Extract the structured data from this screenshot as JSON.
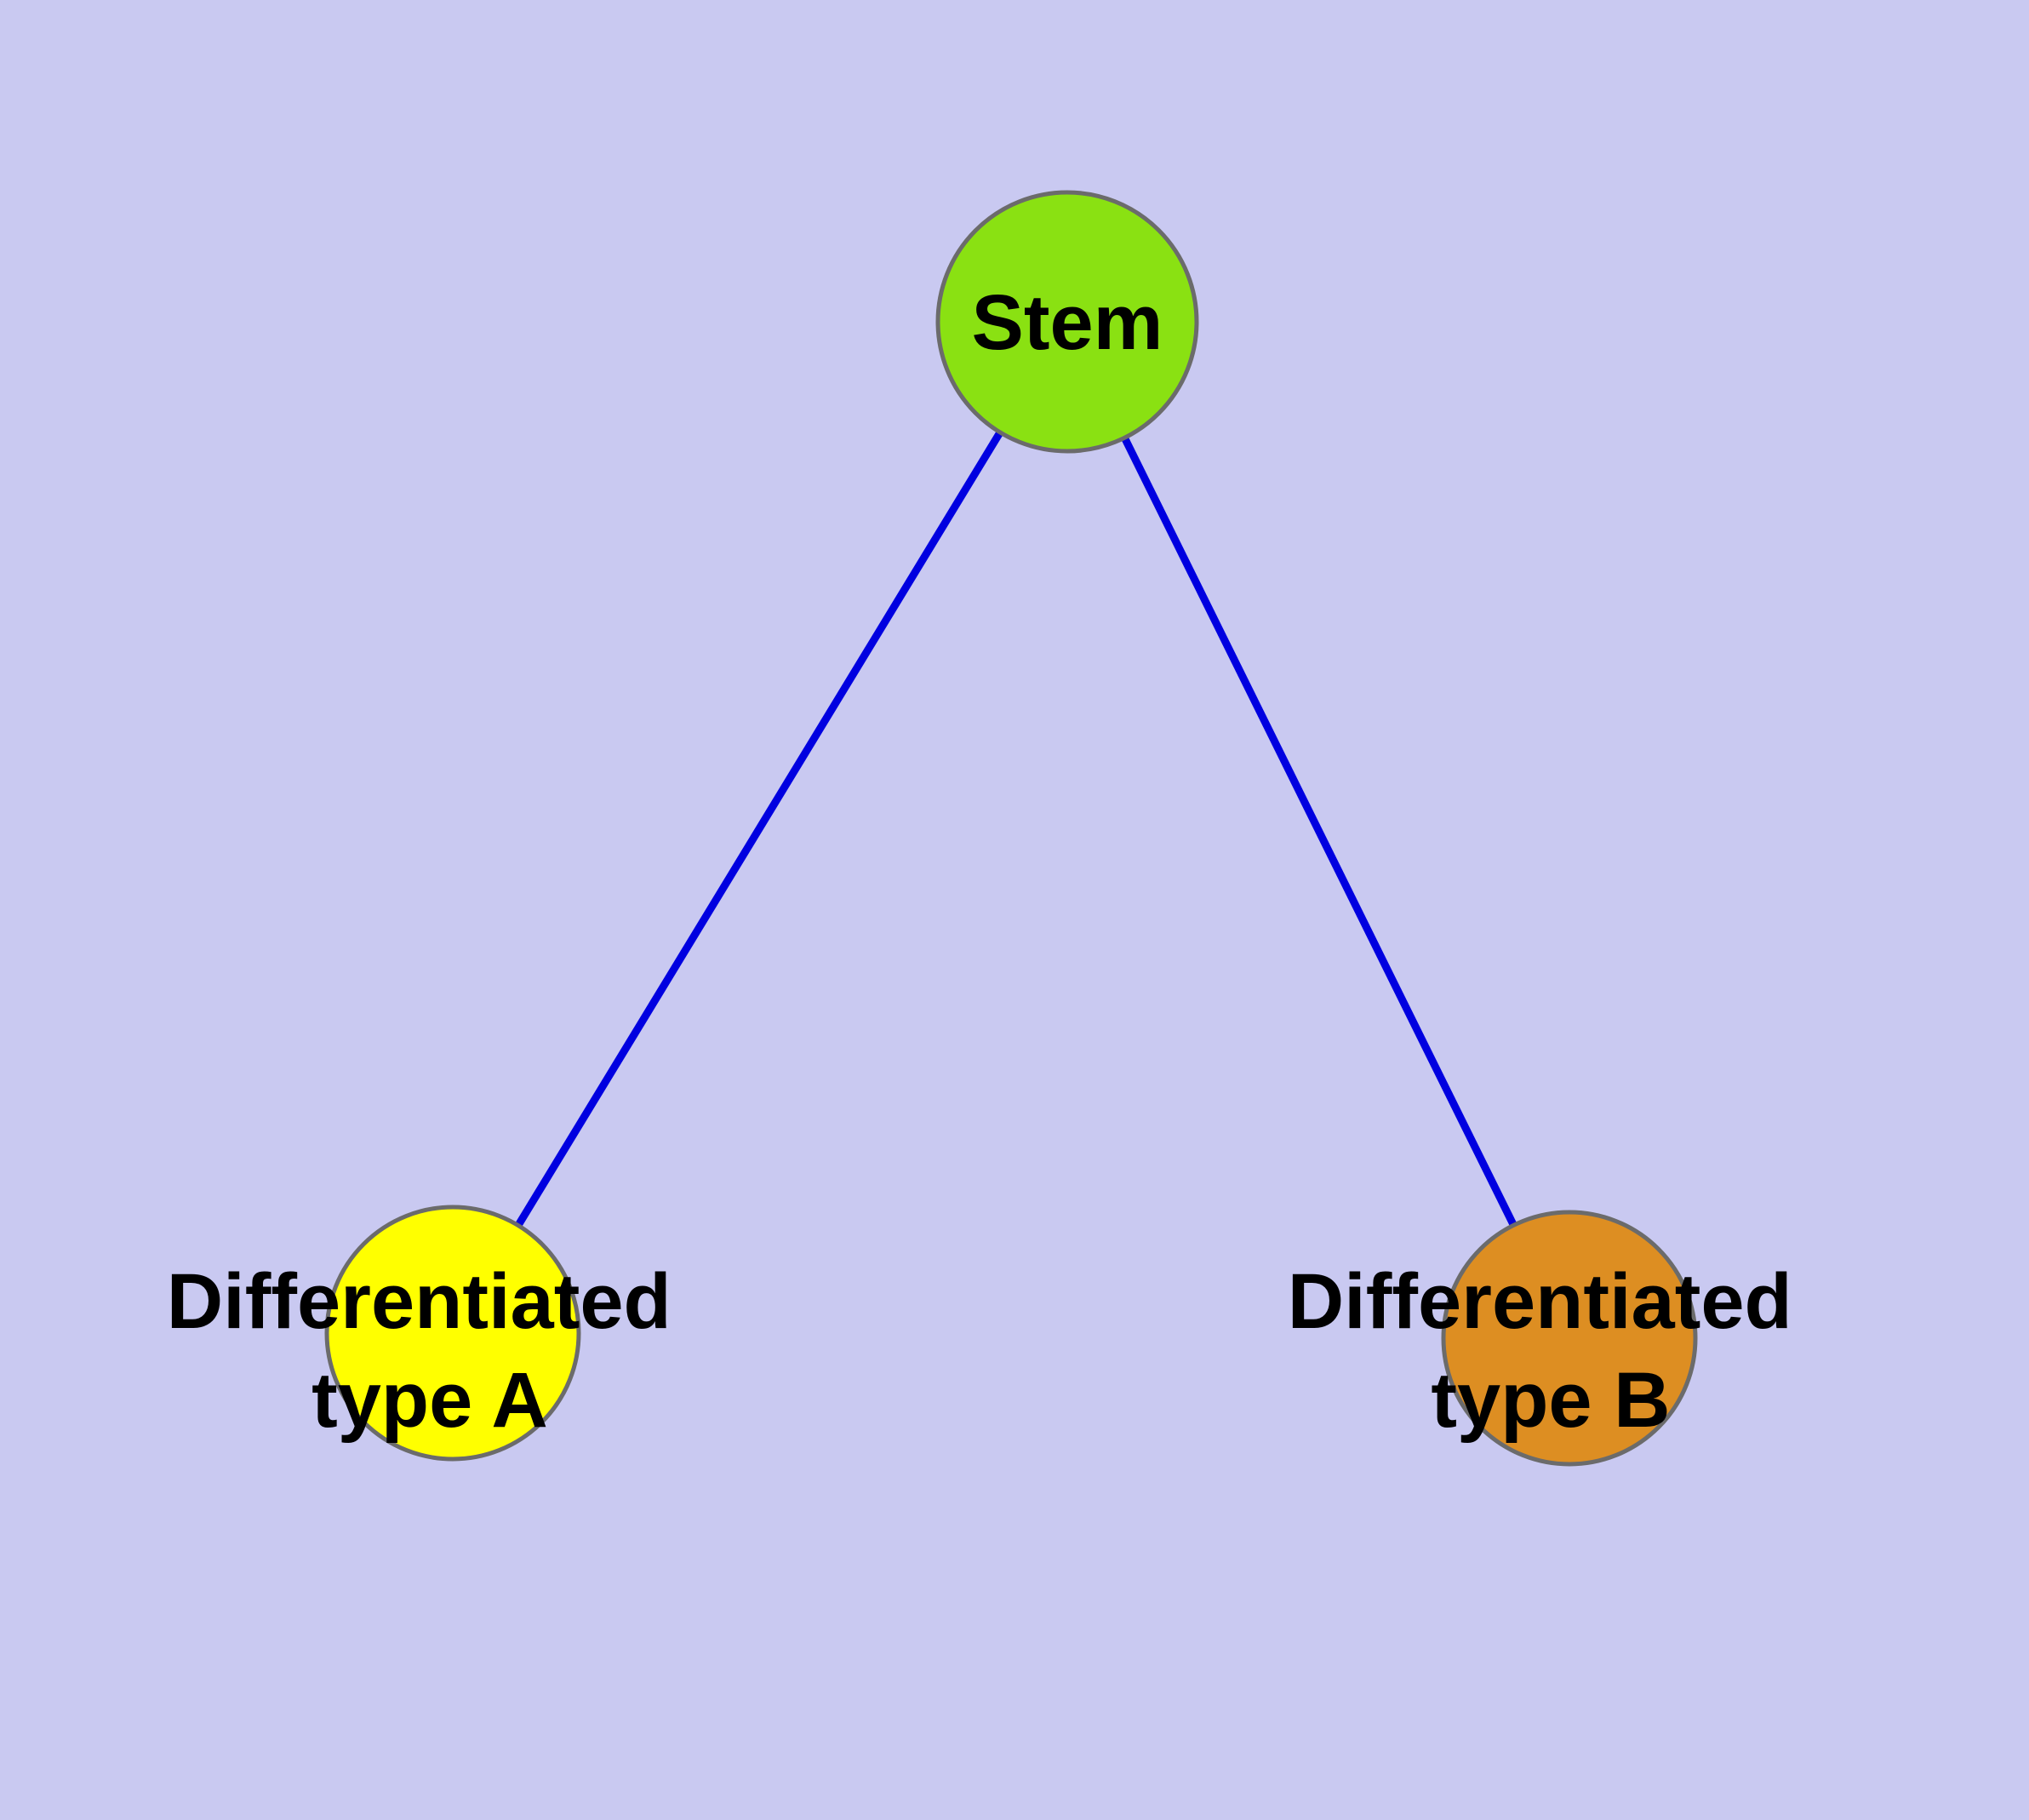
{
  "diagram": {
    "background_color": "#c9c9f1",
    "edge_color": "#0000e0",
    "node_border_color": "#6b6b6b",
    "nodes": {
      "stem": {
        "label": "Stem",
        "color": "#8ae112"
      },
      "type_a": {
        "label": "Differentiated type A",
        "label_line1": "Differentiated",
        "label_line2": "type A",
        "color": "#ffff00"
      },
      "type_b": {
        "label": "Differentiated type B",
        "label_line1": "Differentiated",
        "label_line2": "type B",
        "color": "#dd8e22"
      }
    },
    "edges": [
      {
        "from": "stem",
        "to": "type_a"
      },
      {
        "from": "stem",
        "to": "type_b"
      }
    ]
  }
}
